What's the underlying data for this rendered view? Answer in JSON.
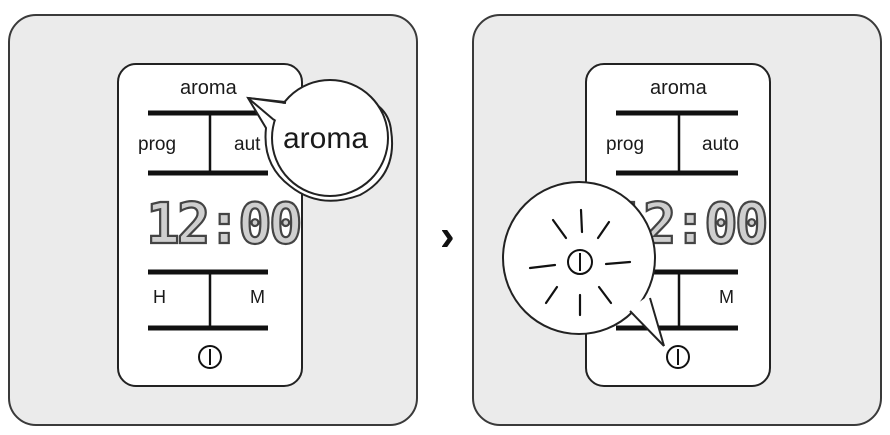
{
  "left_display": {
    "top_label": "aroma",
    "prog_label": "prog",
    "auto_label": "aut",
    "time": "12:00",
    "h_label": "H",
    "m_label": "M",
    "callout_text": "aroma"
  },
  "arrow": "›",
  "right_display": {
    "top_label": "aroma",
    "prog_label": "prog",
    "auto_label": "auto",
    "time": "12:00",
    "m_label": "M"
  },
  "icons": {
    "power": "power-icon",
    "blink": "blinking-power-icon"
  },
  "colors": {
    "panel_bg": "#ebebeb",
    "display_bg": "#ffffff",
    "digit_fill": "#cfcfcf",
    "digit_stroke": "#444444",
    "ink": "#1a1a1a"
  }
}
